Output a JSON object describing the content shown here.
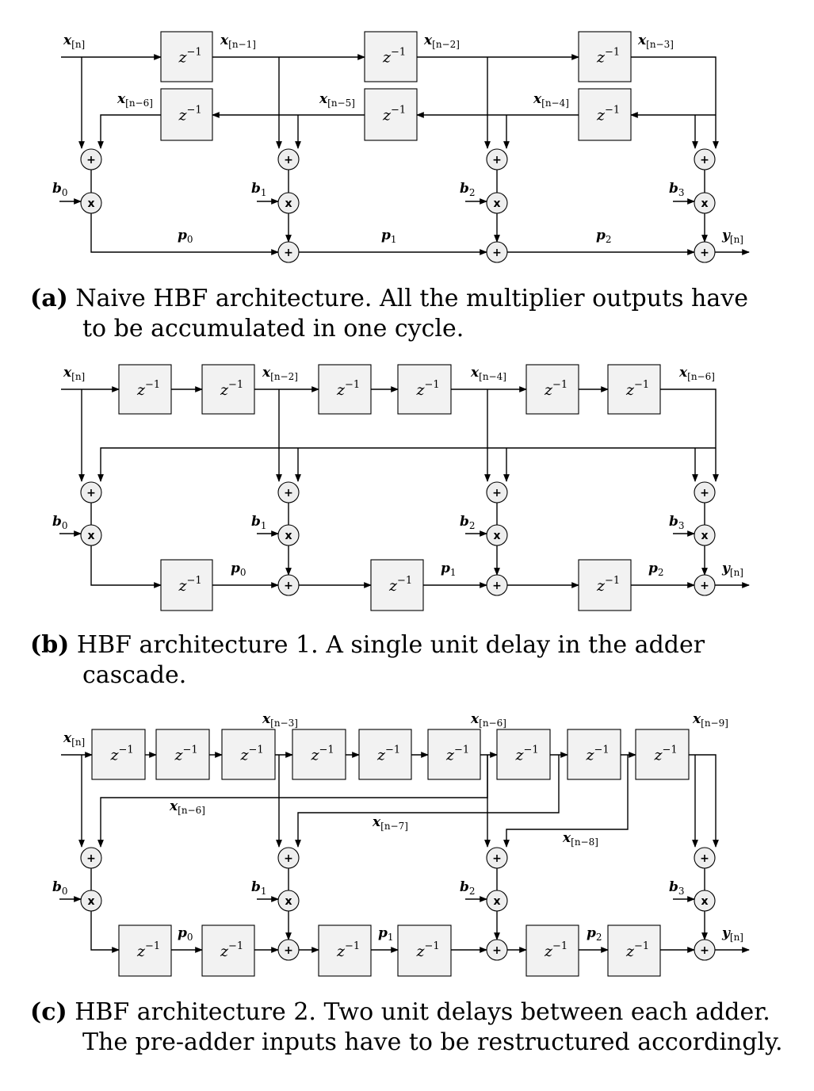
{
  "delay": {
    "base": "z",
    "exp": "−1"
  },
  "ops": {
    "add": "+",
    "mul": "x"
  },
  "signal_labels": {
    "x_n": [
      "x",
      "[n]"
    ],
    "x_n1": [
      "x",
      "[n−1]"
    ],
    "x_n2": [
      "x",
      "[n−2]"
    ],
    "x_n3": [
      "x",
      "[n−3]"
    ],
    "x_n4": [
      "x",
      "[n−4]"
    ],
    "x_n5": [
      "x",
      "[n−5]"
    ],
    "x_n6": [
      "x",
      "[n−6]"
    ],
    "x_n7": [
      "x",
      "[n−7]"
    ],
    "x_n8": [
      "x",
      "[n−8]"
    ],
    "x_n9": [
      "x",
      "[n−9]"
    ],
    "b0": [
      "b",
      "0"
    ],
    "b1": [
      "b",
      "1"
    ],
    "b2": [
      "b",
      "2"
    ],
    "b3": [
      "b",
      "3"
    ],
    "p0": [
      "p",
      "0"
    ],
    "p1": [
      "p",
      "1"
    ],
    "p2": [
      "p",
      "2"
    ],
    "y_n": [
      "y",
      "[n]"
    ]
  },
  "captions": {
    "a": {
      "tag": "(a)",
      "line1": "Naive HBF architecture.  All the multiplier outputs have",
      "line2": "to be accumulated in one cycle."
    },
    "b": {
      "tag": "(b)",
      "line1": "HBF architecture 1.  A single unit delay in the adder",
      "line2": "cascade."
    },
    "c": {
      "tag": "(c)",
      "line1": "HBF architecture 2. Two unit delays between each adder.",
      "line2": "The pre-adder inputs have to be restructured accordingly."
    }
  }
}
